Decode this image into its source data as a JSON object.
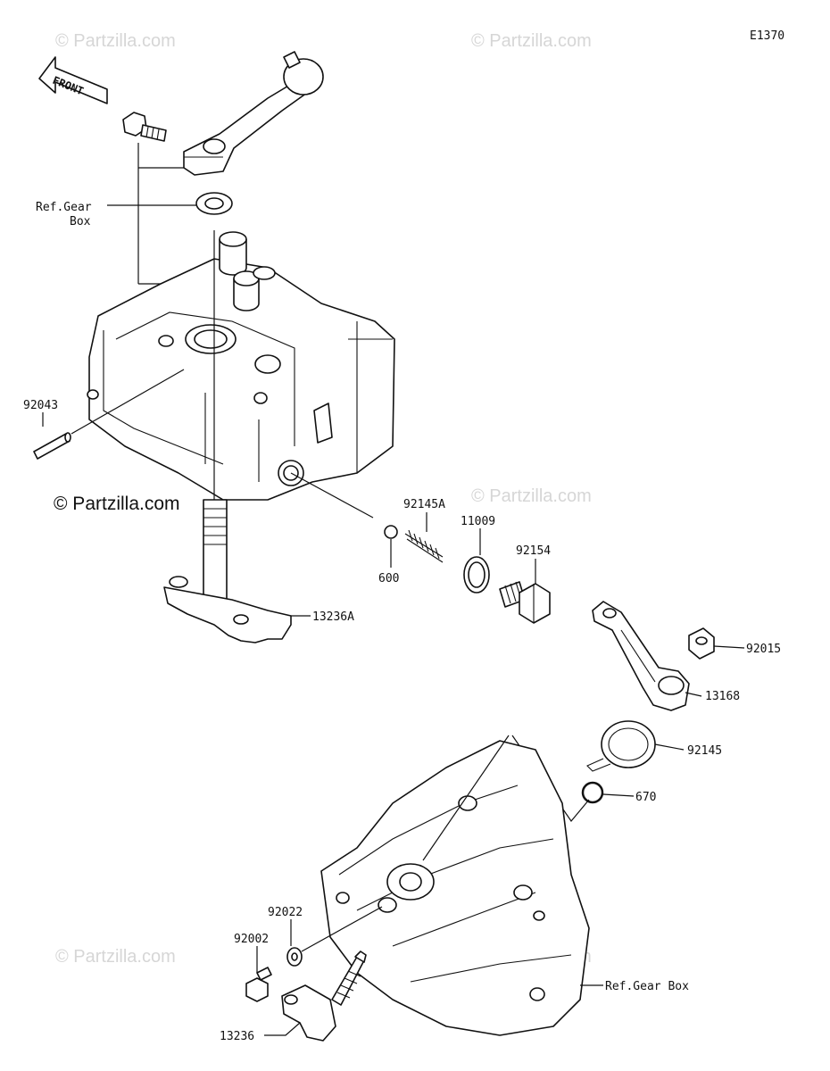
{
  "diagram_code": "E1370",
  "watermark": {
    "text": "© Partzilla.com"
  },
  "front_arrow_label": "FRONT",
  "labels": {
    "ref_gear_box_top_line1": "Ref.Gear",
    "ref_gear_box_top_line2": "Box",
    "ref_gear_box_bottom": "Ref.Gear Box"
  },
  "part_numbers": {
    "p92043": "92043",
    "p92145A": "92145A",
    "p11009": "11009",
    "p92154": "92154",
    "p600": "600",
    "p13236A": "13236A",
    "p92015": "92015",
    "p13168": "13168",
    "p92145": "92145",
    "p670": "670",
    "p92022": "92022",
    "p92002": "92002",
    "p13236": "13236"
  }
}
